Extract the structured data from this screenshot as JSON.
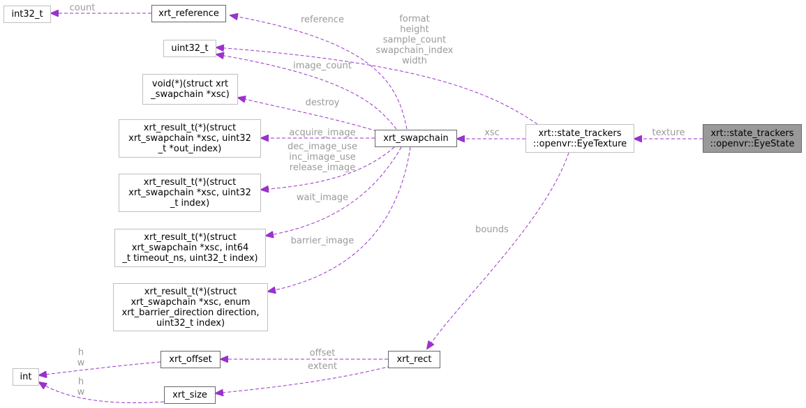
{
  "nodes": {
    "int32_t": {
      "lines": [
        "int32_t"
      ]
    },
    "xrt_reference": {
      "lines": [
        "xrt_reference"
      ]
    },
    "uint32_t": {
      "lines": [
        "uint32_t"
      ]
    },
    "destroy_fn": {
      "lines": [
        "void(*)(struct xrt",
        "_swapchain *xsc)"
      ]
    },
    "acquire_fn": {
      "lines": [
        "xrt_result_t(*)(struct",
        "xrt_swapchain *xsc, uint32",
        "_t *out_index)"
      ]
    },
    "use_fn": {
      "lines": [
        "xrt_result_t(*)(struct",
        "xrt_swapchain *xsc, uint32",
        "_t index)"
      ]
    },
    "wait_fn": {
      "lines": [
        "xrt_result_t(*)(struct",
        "xrt_swapchain *xsc, int64",
        "_t timeout_ns, uint32_t index)"
      ]
    },
    "barrier_fn": {
      "lines": [
        "xrt_result_t(*)(struct",
        "xrt_swapchain *xsc, enum",
        "xrt_barrier_direction direction,",
        "uint32_t index)"
      ]
    },
    "xrt_swapchain": {
      "lines": [
        "xrt_swapchain"
      ]
    },
    "eye_texture": {
      "lines": [
        "xrt::state_trackers",
        "::openvr::EyeTexture"
      ]
    },
    "eye_state": {
      "lines": [
        "xrt::state_trackers",
        "::openvr::EyeState"
      ]
    },
    "int": {
      "lines": [
        "int"
      ]
    },
    "xrt_offset": {
      "lines": [
        "xrt_offset"
      ]
    },
    "xrt_size": {
      "lines": [
        "xrt_size"
      ]
    },
    "xrt_rect": {
      "lines": [
        "xrt_rect"
      ]
    }
  },
  "edge_labels": {
    "count": [
      "count"
    ],
    "reference": [
      "reference"
    ],
    "eye_fields": [
      "format",
      "height",
      "sample_count",
      "swapchain_index",
      "width"
    ],
    "image_count": [
      "image_count"
    ],
    "destroy": [
      "destroy"
    ],
    "acquire_image": [
      "acquire_image"
    ],
    "use_image": [
      "dec_image_use",
      "inc_image_use",
      "release_image"
    ],
    "wait_image": [
      "wait_image"
    ],
    "barrier_image": [
      "barrier_image"
    ],
    "xsc": [
      "xsc"
    ],
    "texture": [
      "texture"
    ],
    "bounds": [
      "bounds"
    ],
    "offset_hw": [
      "h",
      "w"
    ],
    "size_hw": [
      "h",
      "w"
    ],
    "offset": [
      "offset"
    ],
    "extent": [
      "extent"
    ]
  },
  "colors": {
    "edge": "#9a32cd",
    "edge_label": "#9a9a9a",
    "focus_fill": "#999999",
    "strong_border": "#666666",
    "weak_border": "#bfbfbf"
  }
}
